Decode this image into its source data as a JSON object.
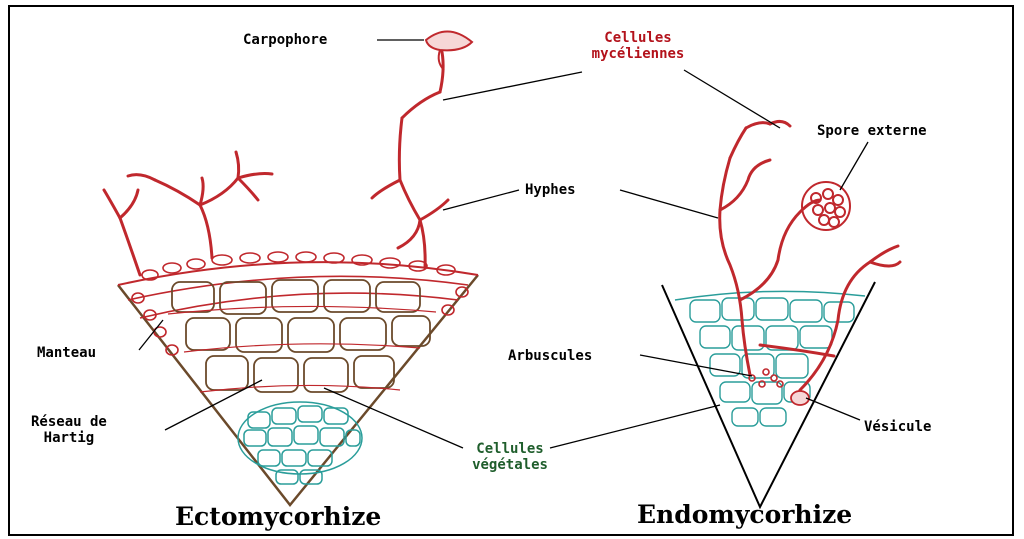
{
  "labels": {
    "carpophore": "Carpophore",
    "cellules_myceliennes_1": "Cellules",
    "cellules_myceliennes_2": "mycéliennes",
    "spore_externe": "Spore externe",
    "hyphes": "Hyphes",
    "manteau": "Manteau",
    "arbuscules": "Arbuscules",
    "reseau_1": "Réseau de",
    "reseau_2": "Hartig",
    "cellules_vegetales_1": "Cellules",
    "cellules_vegetales_2": "végétales",
    "vesicule": "Vésicule"
  },
  "titles": {
    "ecto": "Ectomycorhize",
    "endo": "Endomycorhize"
  },
  "colors": {
    "fungus": "#c0282d",
    "plant": "#2a9d9a",
    "outline": "#6b4a2b",
    "line": "#000000"
  }
}
